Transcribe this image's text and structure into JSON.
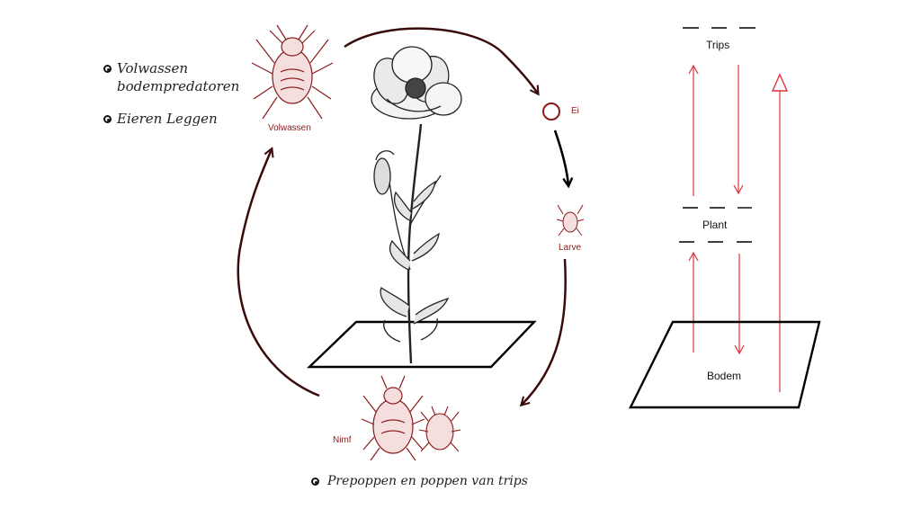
{
  "left_legend": {
    "item1_line1": "Volwassen",
    "item1_line2": "bodempredatoren",
    "item2": "Eieren Leggen"
  },
  "bottom_legend": {
    "item": "Prepoppen en poppen van trips"
  },
  "stages": {
    "adult": "Volwassen",
    "egg": "Ei",
    "larva": "Larve",
    "nymph": "Nimf"
  },
  "right_diagram": {
    "top": "Trips",
    "middle": "Plant",
    "bottom": "Bodem"
  },
  "colors": {
    "cycle_arrow": "#3a0a0a",
    "mite": "#8a1b1b",
    "flow_arrow": "#e0323c",
    "outline": "#000000"
  }
}
